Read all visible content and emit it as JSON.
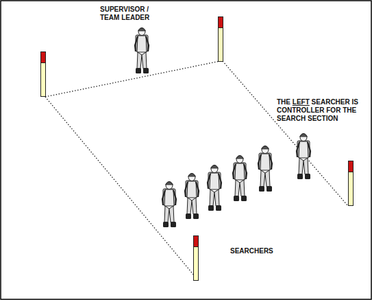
{
  "diagram": {
    "labels": [
      "SUPERVISOR / TEAM LEADER",
      "THE LEFT SEARCHER IS CONTROLLER FOR THE SEARCH SECTION",
      "SEARCHERS"
    ]
  }
}
